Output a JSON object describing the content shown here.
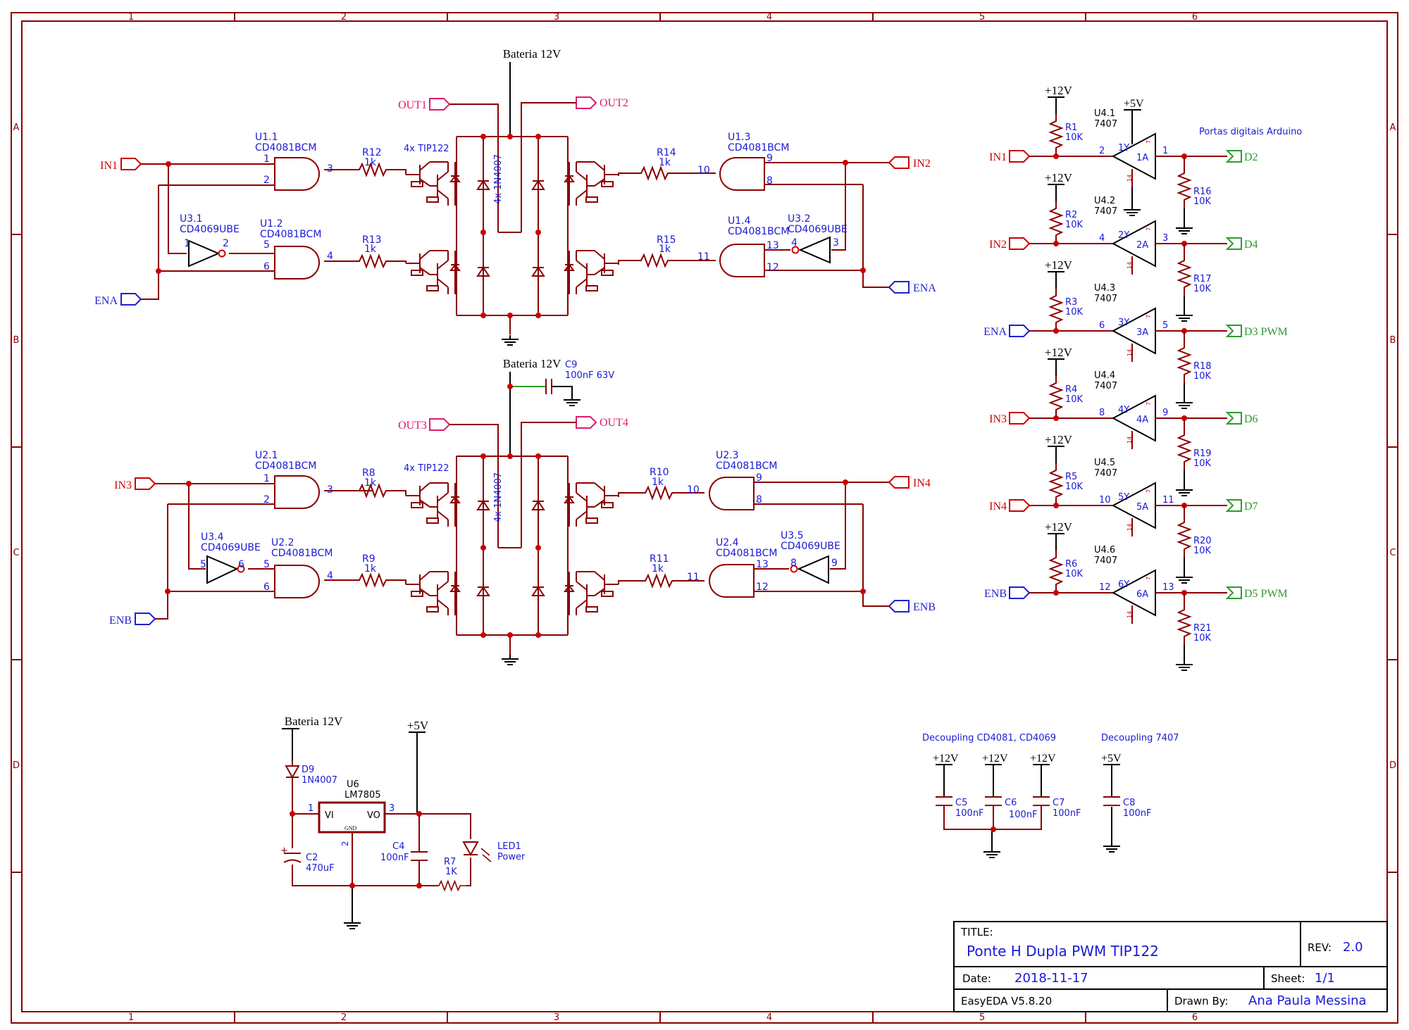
{
  "frame": {
    "col_labels": [
      "1",
      "2",
      "3",
      "4",
      "5",
      "6"
    ],
    "row_labels": [
      "A",
      "B",
      "C",
      "D"
    ]
  },
  "colors": {
    "wire": "#8b0000",
    "net_red": "#cc0000",
    "net_blue": "#1f1fd1",
    "net_green": "#2e9b2e",
    "net_pink": "#e0196c",
    "text_blue": "#1a1ad4"
  },
  "top_bridge": {
    "battery": "Bateria 12V",
    "out_left": "OUT1",
    "out_right": "OUT2",
    "in_left": "IN1",
    "in_right": "IN2",
    "en_left": "ENA",
    "en_right": "ENA",
    "u_tl": "U1.1",
    "u_tl_part": "CD4081BCM",
    "u_bl": "U1.2",
    "u_bl_part": "CD4081BCM",
    "u_tr": "U1.3",
    "u_tr_part": "CD4081BCM",
    "u_br": "U1.4",
    "u_br_part": "CD4081BCM",
    "inv_l": "U3.1",
    "inv_l_part": "CD4069UBE",
    "inv_r": "U3.2",
    "inv_r_part": "CD4069UBE",
    "r_tl": "R12",
    "r_bl": "R13",
    "r_tr": "R14",
    "r_br": "R15",
    "r_val": "1k",
    "tips": "4x TIP122",
    "diodes": "4x 1N4007",
    "pins": {
      "tl1": "1",
      "tl2": "2",
      "tl3": "3",
      "bl5": "5",
      "bl6": "6",
      "bl4": "4",
      "il1": "1",
      "il2": "2",
      "tr9": "9",
      "tr8": "8",
      "tr10": "10",
      "br13": "13",
      "br12": "12",
      "br11": "11",
      "ir4": "4",
      "ir3": "3"
    }
  },
  "bottom_bridge": {
    "battery": "Bateria 12V",
    "cap": "C9",
    "cap_val": "100nF 63V",
    "out_left": "OUT3",
    "out_right": "OUT4",
    "in_left": "IN3",
    "in_right": "IN4",
    "en_left": "ENB",
    "en_right": "ENB",
    "u_tl": "U2.1",
    "u_tl_part": "CD4081BCM",
    "u_bl": "U2.2",
    "u_bl_part": "CD4081BCM",
    "u_tr": "U2.3",
    "u_tr_part": "CD4081BCM",
    "u_br": "U2.4",
    "u_br_part": "CD4081BCM",
    "inv_l": "U3.4",
    "inv_l_part": "CD4069UBE",
    "inv_r": "U3.5",
    "inv_r_part": "CD4069UBE",
    "r_tl": "R8",
    "r_bl": "R9",
    "r_tr": "R10",
    "r_br": "R11",
    "r_val": "1k",
    "tips": "4x TIP122",
    "diodes": "4x 1N4007",
    "pins": {
      "tl1": "1",
      "tl2": "2",
      "tl3": "3",
      "bl5": "5",
      "bl6": "6",
      "bl4": "4",
      "il1": "5",
      "il2": "6",
      "tr9": "9",
      "tr8": "8",
      "tr10": "10",
      "br13": "13",
      "br12": "12",
      "br11": "11",
      "ir4": "8",
      "ir3": "9"
    }
  },
  "buffers": {
    "header": "Portas digitais Arduino",
    "rows": [
      {
        "vcc": "+12V",
        "r": "R1",
        "rv": "10K",
        "u": "U4.1",
        "part": "7407",
        "in": "IN1",
        "pin_in": "2",
        "pin_out": "1",
        "y": "1Y",
        "a": "1A",
        "rd": "R16",
        "rdv": "10K",
        "out": "D2",
        "extra": "+5V"
      },
      {
        "vcc": "+12V",
        "r": "R2",
        "rv": "10K",
        "u": "U4.2",
        "part": "7407",
        "in": "IN2",
        "pin_in": "4",
        "pin_out": "3",
        "y": "2Y",
        "a": "2A",
        "rd": "R17",
        "rdv": "10K",
        "out": "D4",
        "extra": ""
      },
      {
        "vcc": "+12V",
        "r": "R3",
        "rv": "10K",
        "u": "U4.3",
        "part": "7407",
        "in": "ENA",
        "pin_in": "6",
        "pin_out": "5",
        "y": "3Y",
        "a": "3A",
        "rd": "R18",
        "rdv": "10K",
        "out": "D3 PWM",
        "extra": ""
      },
      {
        "vcc": "+12V",
        "r": "R4",
        "rv": "10K",
        "u": "U4.4",
        "part": "7407",
        "in": "IN3",
        "pin_in": "8",
        "pin_out": "9",
        "y": "4Y",
        "a": "4A",
        "rd": "R19",
        "rdv": "10K",
        "out": "D6",
        "extra": ""
      },
      {
        "vcc": "+12V",
        "r": "R5",
        "rv": "10K",
        "u": "U4.5",
        "part": "7407",
        "in": "IN4",
        "pin_in": "10",
        "pin_out": "11",
        "y": "5Y",
        "a": "5A",
        "rd": "R20",
        "rdv": "10K",
        "out": "D7",
        "extra": ""
      },
      {
        "vcc": "+12V",
        "r": "R6",
        "rv": "10K",
        "u": "U4.6",
        "part": "7407",
        "in": "ENB",
        "pin_in": "12",
        "pin_out": "13",
        "y": "6Y",
        "a": "6A",
        "rd": "R21",
        "rdv": "10K",
        "out": "D5 PWM",
        "extra": ""
      }
    ],
    "pin7": "7",
    "pin14": "14"
  },
  "regulator": {
    "battery": "Bateria 12V",
    "vout": "+5V",
    "d": "D9",
    "d_val": "1N4007",
    "u": "U6",
    "u_part": "LM7805",
    "vi": "VI",
    "vo": "VO",
    "gnd": "GND",
    "pin1": "1",
    "pin2": "2",
    "pin3": "3",
    "c2": "C2",
    "c2_val": "470uF",
    "plus": "+",
    "c4": "C4",
    "c4_val": "100nF",
    "r7": "R7",
    "r7_val": "1K",
    "led": "LED1",
    "led_val": "Power"
  },
  "decoupling": {
    "title1": "Decoupling CD4081, CD4069",
    "title2": "Decoupling 7407",
    "c5": "C5",
    "c6": "C6",
    "c7": "C7",
    "c8": "C8",
    "val": "100nF",
    "v12": "+12V",
    "v5": "+5V"
  },
  "title_block": {
    "title_label": "TITLE:",
    "title": "Ponte H Dupla PWM TIP122",
    "rev_label": "REV:",
    "rev": "2.0",
    "date_label": "Date:",
    "date": "2018-11-17",
    "sheet_label": "Sheet:",
    "sheet": "1/1",
    "tool": "EasyEDA V5.8.20",
    "drawn_label": "Drawn By:",
    "drawn": "Ana Paula Messina"
  }
}
